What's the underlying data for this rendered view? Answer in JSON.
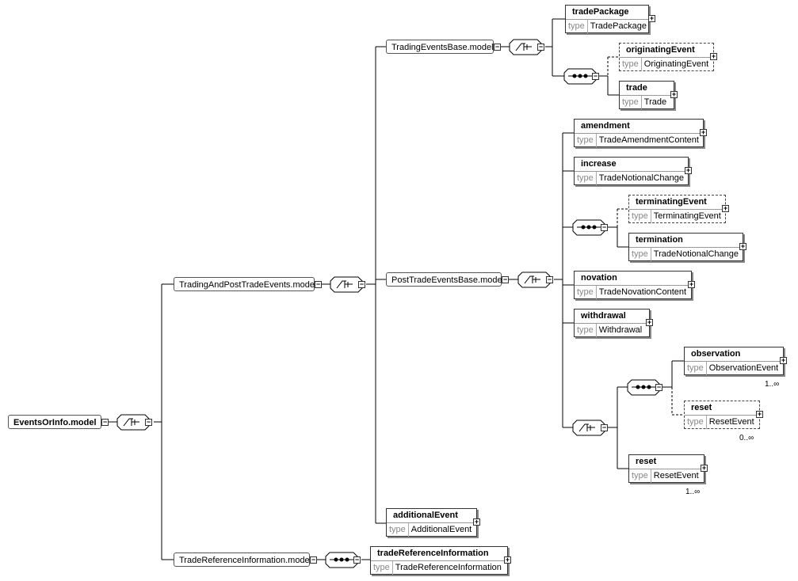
{
  "groups": {
    "root": "EventsOrInfo.model",
    "trading_and_post": "TradingAndPostTradeEvents.model",
    "trading_base": "TradingEventsBase.model",
    "post_trade_base": "PostTradeEventsBase.model",
    "trade_ref_info_model": "TradeReferenceInformation.model"
  },
  "type_label": "type",
  "elements": {
    "trade_package": {
      "name": "tradePackage",
      "type": "TradePackage"
    },
    "originating_event": {
      "name": "originatingEvent",
      "type": "OriginatingEvent"
    },
    "trade": {
      "name": "trade",
      "type": "Trade"
    },
    "amendment": {
      "name": "amendment",
      "type": "TradeAmendmentContent"
    },
    "increase": {
      "name": "increase",
      "type": "TradeNotionalChange"
    },
    "terminating_event": {
      "name": "terminatingEvent",
      "type": "TerminatingEvent"
    },
    "termination": {
      "name": "termination",
      "type": "TradeNotionalChange"
    },
    "novation": {
      "name": "novation",
      "type": "TradeNovationContent"
    },
    "withdrawal": {
      "name": "withdrawal",
      "type": "Withdrawal"
    },
    "observation": {
      "name": "observation",
      "type": "ObservationEvent"
    },
    "reset_optional": {
      "name": "reset",
      "type": "ResetEvent"
    },
    "reset_required": {
      "name": "reset",
      "type": "ResetEvent"
    },
    "additional_event": {
      "name": "additionalEvent",
      "type": "AdditionalEvent"
    },
    "trade_reference_information": {
      "name": "tradeReferenceInformation",
      "type": "TradeReferenceInformation"
    }
  },
  "occurrences": {
    "observation": "1..∞",
    "reset_optional": "0..∞",
    "reset_required": "1..∞"
  },
  "symbols": {
    "minus": "−",
    "plus": "+"
  }
}
